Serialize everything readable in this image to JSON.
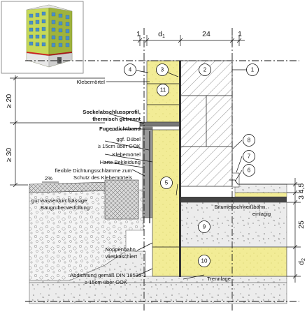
{
  "colors": {
    "insulation": "#f2ec96",
    "concrete": "#e9e9e9",
    "masonry_hatch": "#555555",
    "callout_fill": "#ffffff",
    "building_wall": "#c6d958",
    "building_band": "#d02020"
  },
  "dimensions": {
    "top_1_left": "1",
    "top_d1": "d",
    "top_d1_sub": "1",
    "top_24": "24",
    "top_1_right": "1",
    "left_20": "≥ 20",
    "left_30": "≥ 30",
    "right_45": "4,5",
    "right_3": "3",
    "right_25": "25",
    "right_d2": "d",
    "right_d2_sub": "2"
  },
  "callouts": [
    "1",
    "2",
    "3",
    "4",
    "5",
    "6",
    "7",
    "8",
    "9",
    "10",
    "11"
  ],
  "labels": {
    "klebemoertel_top": "Klebemörtel",
    "sockel_1": "Sockelabschlussprofil,",
    "sockel_2": "thermisch getrennt",
    "fugendichtband": "Fugendichtband",
    "duebel_1": "ggf. Dübel",
    "duebel_2": "≥ 15cm über GOK",
    "klebemoertel_mid": "Klebemörtel",
    "harte_bekleidung": "Harte Bekleidung",
    "dicht_1": "flexible Dichtungsschlämme zum",
    "dicht_2": "Schutz des Klebemörtels",
    "slope": "2%",
    "verfuell_1": "gut wasserdurchlässige",
    "verfuell_2": "Baugrubenverfüllung",
    "bitumen_1": "Bitumenschweißbahn,",
    "bitumen_2": "einlagig",
    "noppen_1": "Noppenbahn,",
    "noppen_2": "vlieskaschiert",
    "abdichtung_1": "Abdichtung gemäß DIN 18533-1",
    "abdichtung_2": "≥ 15cm über GOK",
    "trennlage": "Trennlage"
  }
}
